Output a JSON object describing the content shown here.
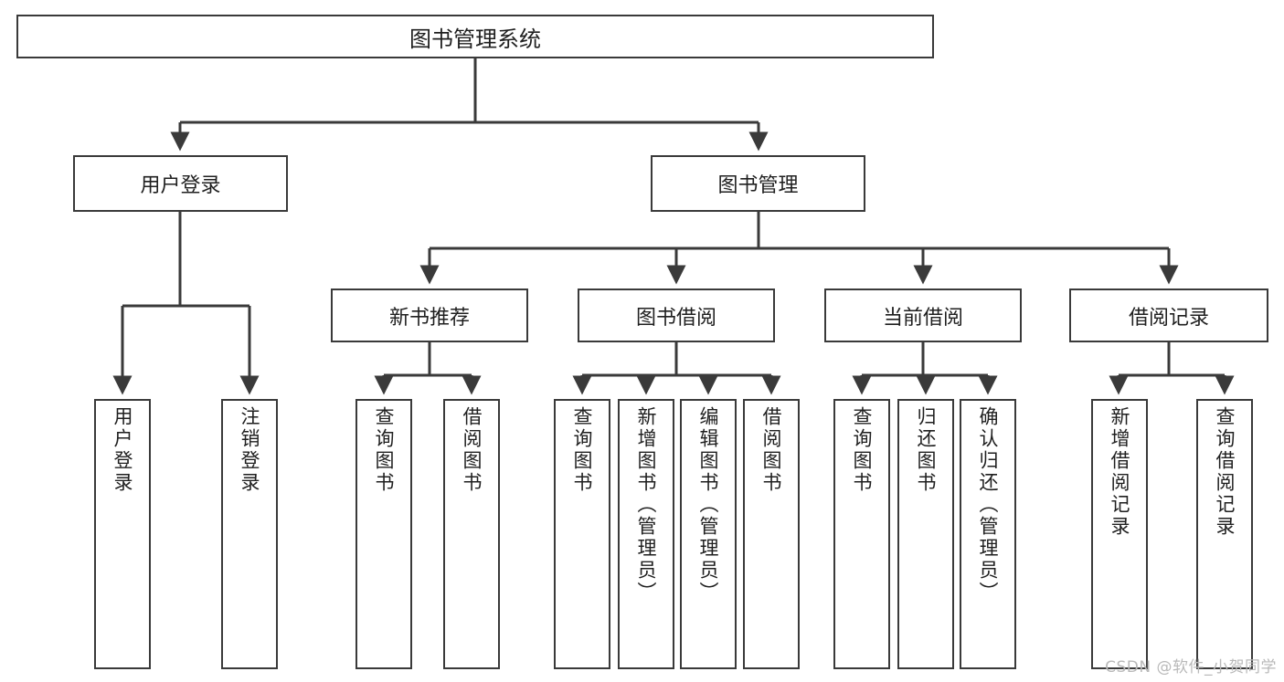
{
  "diagram": {
    "type": "tree-hierarchy-chart",
    "title": "图书管理系统",
    "colors": {
      "box_border": "#3a3a3a",
      "box_fill": "#ffffff",
      "edge": "#3a3a3a",
      "text": "#1f1f1f",
      "watermark": "#b9b9b9",
      "background": "#ffffff"
    },
    "root": {
      "label": "图书管理系统"
    },
    "level2": [
      {
        "label": "用户登录"
      },
      {
        "label": "图书管理"
      }
    ],
    "level3": [
      {
        "label": "新书推荐"
      },
      {
        "label": "图书借阅"
      },
      {
        "label": "当前借阅"
      },
      {
        "label": "借阅记录"
      }
    ],
    "leaves": {
      "user_login": [
        {
          "label": "用户登录"
        },
        {
          "label": "注销登录"
        }
      ],
      "new_book_recommend": [
        {
          "label": "查询图书"
        },
        {
          "label": "借阅图书"
        }
      ],
      "book_borrow": [
        {
          "label": "查询图书"
        },
        {
          "label": "新增图书（管理员）"
        },
        {
          "label": "编辑图书（管理员）"
        },
        {
          "label": "借阅图书"
        }
      ],
      "current_borrow": [
        {
          "label": "查询图书"
        },
        {
          "label": "归还图书"
        },
        {
          "label": "确认归还（管理员）"
        }
      ],
      "borrow_record": [
        {
          "label": "新增借阅记录"
        },
        {
          "label": "查询借阅记录"
        }
      ]
    }
  },
  "watermark": {
    "text": "CSDN @软件_小贺同学"
  }
}
